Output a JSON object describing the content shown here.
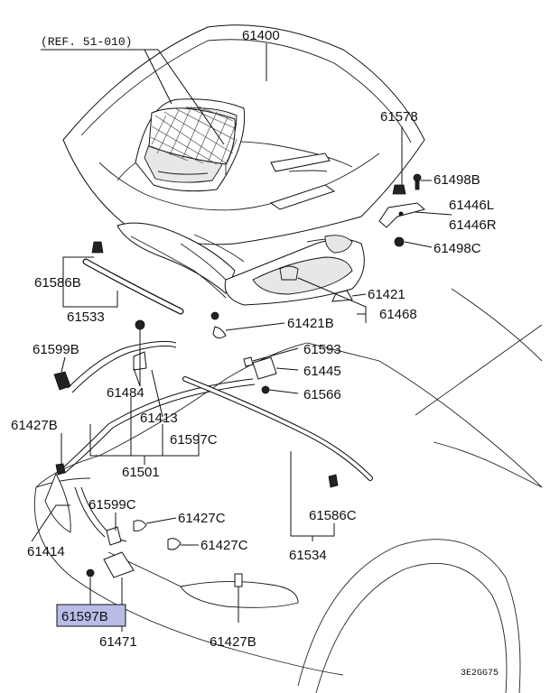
{
  "diagram": {
    "ref_note": "(REF. 51-010)",
    "figure_code": "3E2GG75",
    "parts": {
      "p61400": "61400",
      "p61578": "61578",
      "p61498b": "61498B",
      "p61446l": "61446L",
      "p61446r": "61446R",
      "p61498c": "61498C",
      "p61586b": "61586B",
      "p61533": "61533",
      "p61421": "61421",
      "p61421b": "61421B",
      "p61468": "61468",
      "p61599b": "61599B",
      "p61593": "61593",
      "p61445": "61445",
      "p61484": "61484",
      "p61566": "61566",
      "p61427b_left": "61427B",
      "p61413": "61413",
      "p61597c": "61597C",
      "p61501": "61501",
      "p61599c": "61599C",
      "p61427c_upper": "61427C",
      "p61586c": "61586C",
      "p61414": "61414",
      "p61427c_lower": "61427C",
      "p61534": "61534",
      "p61597b": "61597B",
      "p61471": "61471",
      "p61427b_bottom": "61427B"
    },
    "highlighted_part": "61597B",
    "highlight_color": "#b8bce6"
  }
}
